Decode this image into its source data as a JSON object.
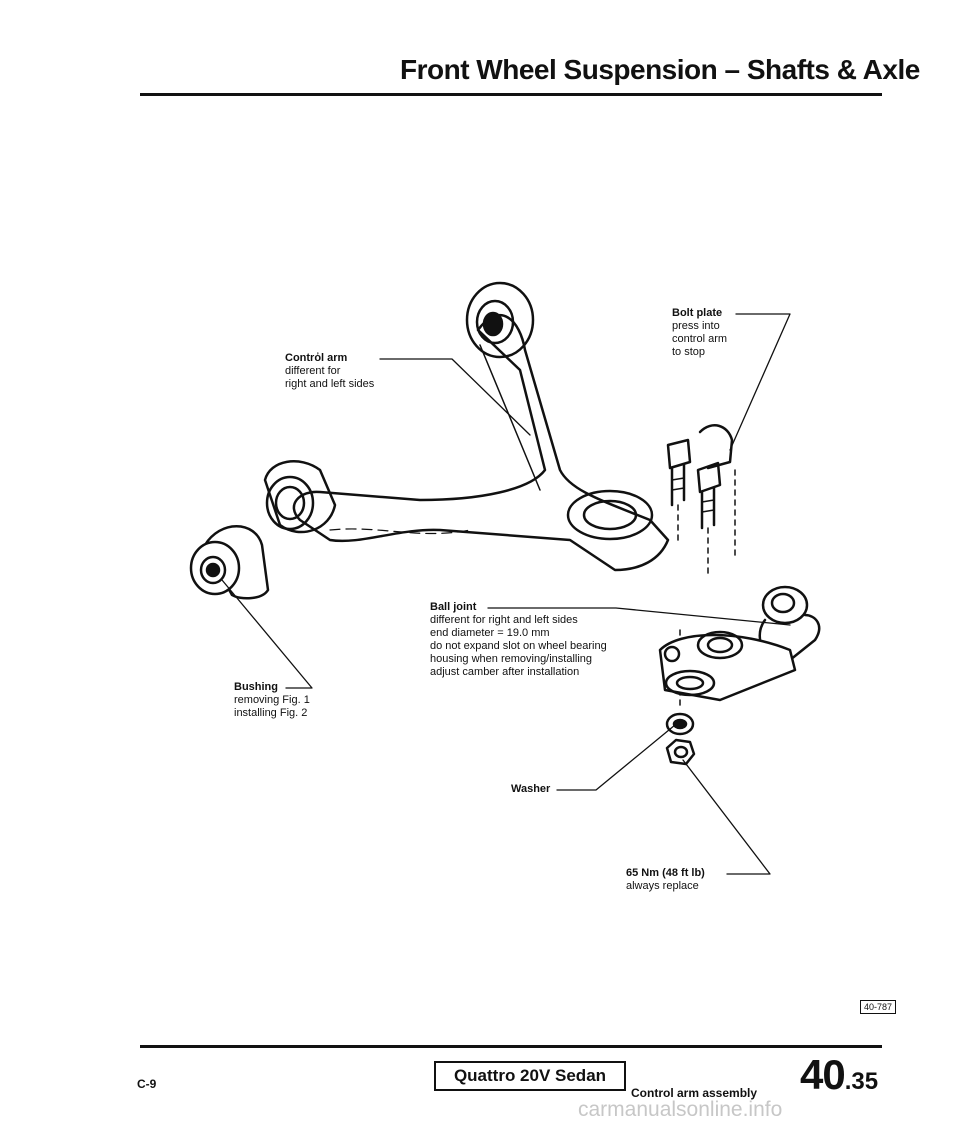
{
  "header": {
    "title": "Front Wheel Suspension – Shafts & Axle"
  },
  "callouts": {
    "control_arm": {
      "title": "Contrὀl arm",
      "lines": [
        "different for",
        "right and left sides"
      ]
    },
    "bolt_plate": {
      "title": "Bolt plate",
      "lines": [
        "press into",
        "control arm",
        "to stop"
      ]
    },
    "ball_joint": {
      "title": "Ball joint",
      "lines": [
        "different for right and left sides",
        "end diameter = 19.0 mm",
        "do not expand slot on wheel bearing",
        "housing when removing/installing",
        "adjust camber after installation"
      ]
    },
    "bushing": {
      "title": "Bushing",
      "lines": [
        "removing Fig. 1",
        "installing Fig. 2"
      ]
    },
    "washer": {
      "title": "Washer"
    },
    "nut": {
      "title": "65 Nm (48 ft lb)",
      "lines": [
        "always replace"
      ]
    }
  },
  "figure_ref": "40-787",
  "footer": {
    "page": "C-9",
    "model": "Quattro 20V Sedan",
    "caption": "Control arm assembly",
    "section_major": "40",
    "section_minor": ".35"
  },
  "watermark": "carmanualsonline.info"
}
